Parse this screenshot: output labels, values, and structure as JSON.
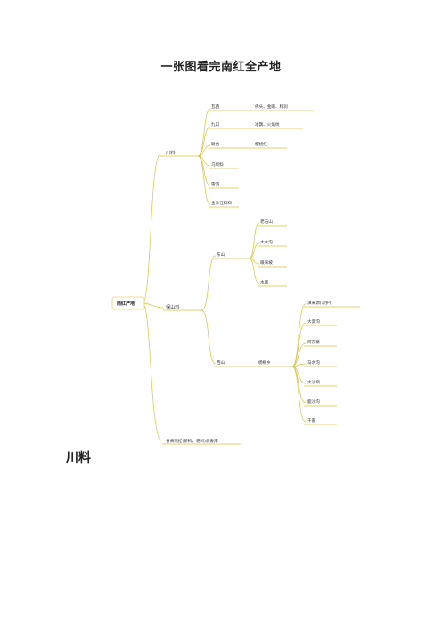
{
  "document": {
    "title": "一张图看完南红全产地",
    "section_heading": "川料"
  },
  "mindmap": {
    "root": "南红产地",
    "branches": {
      "chuanliao": {
        "label": "川料",
        "children": {
          "lagu": {
            "label": "瓦西",
            "note": "佛头、金刚、料润"
          },
          "jiukou": {
            "label": "九口",
            "note": "冰飘、火焰纹"
          },
          "lianhe": {
            "label": "联合",
            "note": "樱桃红"
          },
          "mayouliao": {
            "label": "乌坝料"
          },
          "leibo": {
            "label": "雷波"
          },
          "jinsha": {
            "label": "金沙江料料"
          }
        }
      },
      "baoshan": {
        "label": "保山料",
        "children": {
          "dongshan": {
            "label": "东山",
            "children": [
              "老石山",
              "大水沟",
              "眼来坡",
              "水寨"
            ]
          },
          "xishan": {
            "label": "西山",
            "sub": {
              "label": "杨柳乡",
              "children": [
                "滇来源(凉护)",
                "大黑沟",
                "阿东寨",
                "马水沟",
                "大沙坝",
                "鹿沙沟",
                "干家"
              ]
            }
          }
        }
      },
      "others": {
        "label": "甘肃南红(新料，老料)云春南"
      }
    }
  },
  "style": {
    "line_color": "#d9c23a",
    "root_bg": "#ffffff"
  }
}
